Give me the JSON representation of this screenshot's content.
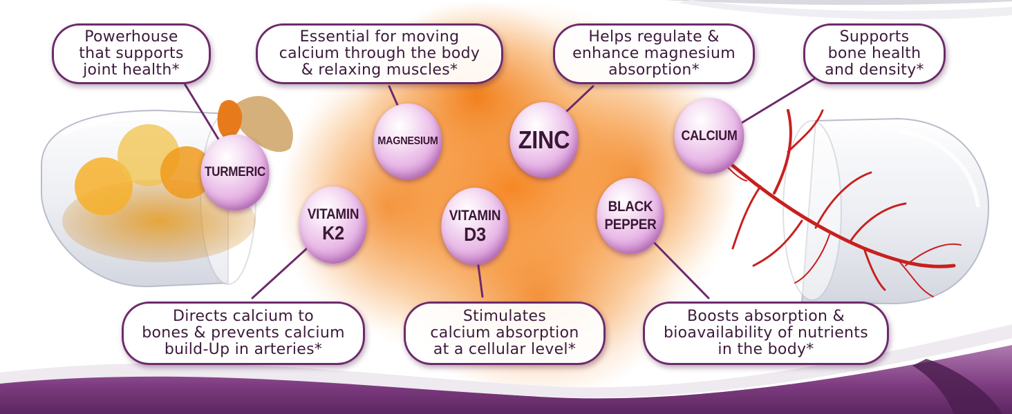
{
  "benefits": {
    "turmeric": [
      "Powerhouse",
      "that supports",
      "joint health*"
    ],
    "magnesium": [
      "Essential for moving",
      "calcium through the body",
      "& relaxing muscles*"
    ],
    "zinc": [
      "Helps regulate &",
      "enhance magnesium",
      "absorption*"
    ],
    "calcium": [
      "Supports",
      "bone health",
      "and density*"
    ],
    "vitamin_k2": [
      "Directs calcium to",
      "bones & prevents calcium",
      "build-Up in arteries*"
    ],
    "vitamin_d3": [
      "Stimulates",
      "calcium absorption",
      "at a cellular level*"
    ],
    "black_pepper": [
      "Boosts absorption &",
      "bioavailability of nutrients",
      "in the body*"
    ]
  },
  "ingredients": {
    "turmeric": [
      "TURMERIC"
    ],
    "magnesium": [
      "MAGNESIUM"
    ],
    "zinc": [
      "ZINC"
    ],
    "calcium": [
      "CALCIUM"
    ],
    "vitamin_k2": [
      "VITAMIN",
      "K2"
    ],
    "vitamin_d3": [
      "VITAMIN",
      "D3"
    ],
    "black_pepper": [
      "BLACK",
      "PEPPER"
    ]
  },
  "colors": {
    "accent_purple": "#6d2a6c",
    "text_purple": "#3c1a3a",
    "powder_orange": "#f08a1e",
    "orb_pink": "#e8b8e6",
    "coral_red": "#c8201e"
  }
}
